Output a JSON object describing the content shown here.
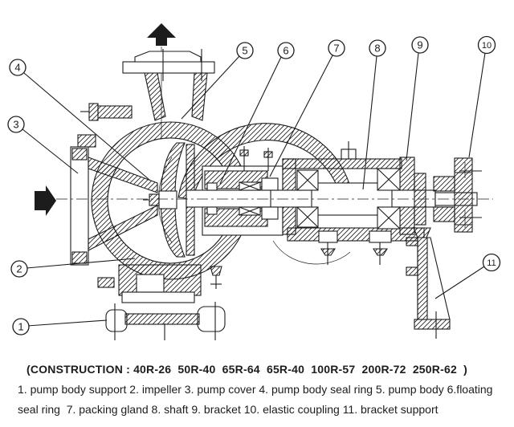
{
  "figure": {
    "title": "centrifugal pump sectional construction drawing",
    "discharge_arrow": "up",
    "suction_arrow": "right"
  },
  "callouts": [
    {
      "label": "1",
      "part": "pump body support"
    },
    {
      "label": "2",
      "part": "impeller"
    },
    {
      "label": "3",
      "part": "pump cover"
    },
    {
      "label": "4",
      "part": "pump body seal ring"
    },
    {
      "label": "5",
      "part": "pump body"
    },
    {
      "label": "6",
      "part": "floating seal ring"
    },
    {
      "label": "7",
      "part": "packing gland"
    },
    {
      "label": "8",
      "part": "shaft"
    },
    {
      "label": "9",
      "part": "bracket"
    },
    {
      "label": "10",
      "part": "elastic coupling"
    },
    {
      "label": "11",
      "part": "bracket support"
    }
  ],
  "footer": {
    "construction_line": "(CONSTRUCTION : 40R-26  50R-40  65R-64  65R-40  100R-57  200R-72  250R-62  )",
    "caption_line_1": "1. pump body support 2. impeller 3. pump cover 4. pump body seal ring 5. pump body 6.floating",
    "caption_line_2": "seal ring  7. packing gland 8. shaft 9. bracket 10. elastic coupling 11. bracket support"
  },
  "colors": {
    "ink": "#1c1c1c",
    "background": "#ffffff"
  }
}
